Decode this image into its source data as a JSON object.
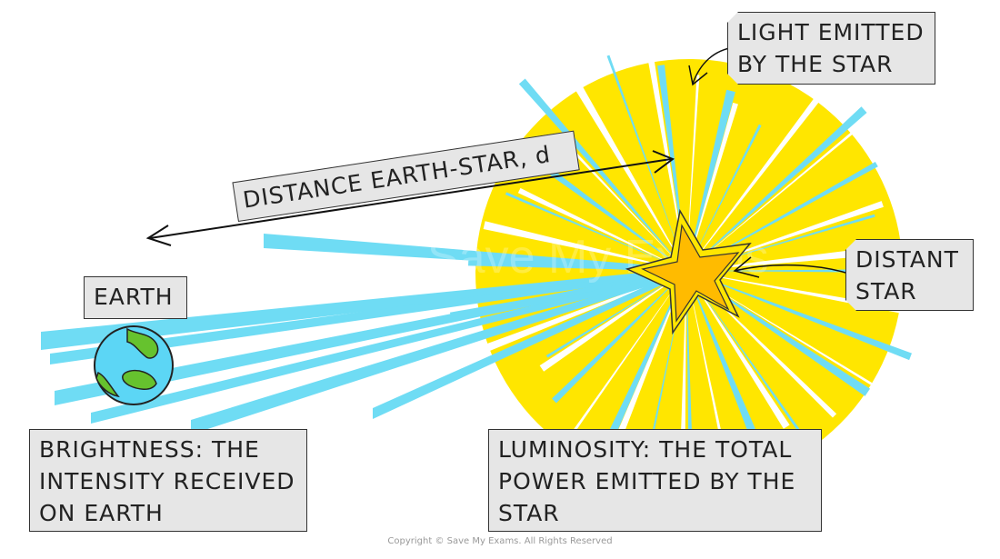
{
  "labels": {
    "light_emitted": "LIGHT EMITTED BY THE STAR",
    "distance": "DISTANCE EARTH-STAR, d",
    "earth": "EARTH",
    "distant_star": "DISTANT STAR",
    "brightness": "BRIGHTNESS: THE INTENSITY RECEIVED ON EARTH",
    "luminosity": "LUMINOSITY: THE TOTAL POWER EMITTED BY THE STAR"
  },
  "watermark": "Save My Exams",
  "copyright": "Copyright © Save My Exams. All Rights Reserved",
  "colors": {
    "glow": "#ffe600",
    "ray": "#6fdcf4",
    "star": "#ffbb00",
    "earth_ocean": "#5cd6f5",
    "earth_land": "#66c22e",
    "box": "#e6e6e6"
  }
}
